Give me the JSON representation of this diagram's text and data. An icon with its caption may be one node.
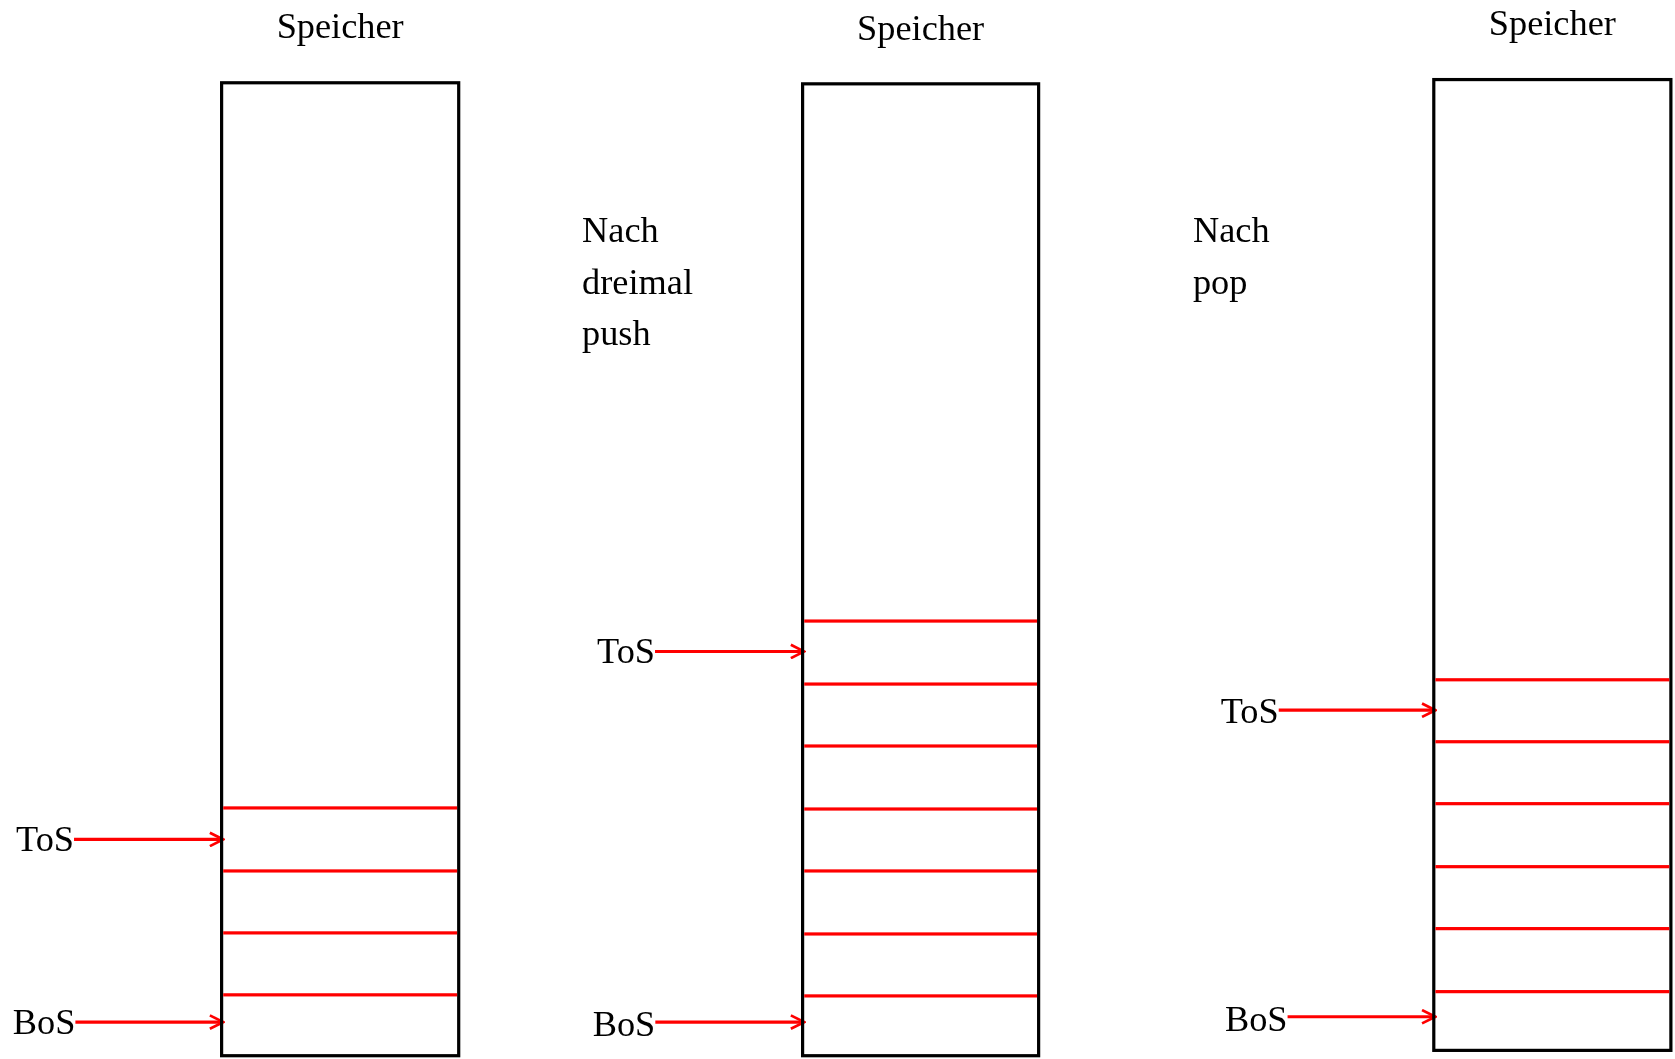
{
  "diagram": {
    "nodes": [
      {
        "text": [
          "Speicher"
        ]
      },
      {
        "text": [],
        "shape": "box",
        "in": 0
      },
      {
        "text": [],
        "shape": "box",
        "in": 0
      },
      {
        "text": [],
        "shape": "box",
        "in": 0
      },
      {
        "text": [],
        "shape": "box",
        "in": 0
      },
      {
        "text": [
          "ToS"
        ]
      },
      {
        "text": [
          "BoS"
        ]
      },
      {
        "text": [
          "Speicher"
        ]
      },
      {
        "text": [],
        "shape": "box",
        "in": 7
      },
      {
        "text": [],
        "shape": "box",
        "in": 7
      },
      {
        "text": [],
        "shape": "box",
        "in": 7
      },
      {
        "text": [],
        "shape": "box",
        "in": 7
      },
      {
        "text": [],
        "shape": "box",
        "in": 7
      },
      {
        "text": [],
        "shape": "box",
        "in": 7
      },
      {
        "text": [],
        "shape": "box",
        "in": 7
      },
      {
        "text": [
          "ToS"
        ]
      },
      {
        "text": [
          "BoS"
        ]
      },
      {
        "text": [
          "Speicher"
        ]
      },
      {
        "text": [],
        "shape": "box",
        "in": 17
      },
      {
        "text": [],
        "shape": "box",
        "in": 17
      },
      {
        "text": [],
        "shape": "box",
        "in": 17
      },
      {
        "text": [],
        "shape": "box",
        "in": 17
      },
      {
        "text": [],
        "shape": "box",
        "in": 17
      },
      {
        "text": [],
        "shape": "box",
        "in": 17
      },
      {
        "text": [
          "ToS"
        ]
      },
      {
        "text": [
          "BoS"
        ]
      }
    ],
    "edges": [
      {
        "from": 5,
        "to": 1,
        "arrow": "to"
      },
      {
        "from": 6,
        "to": 4,
        "arrow": "to"
      },
      {
        "from": 15,
        "to": 8,
        "arrow": "to"
      },
      {
        "from": 16,
        "to": 14,
        "arrow": "to"
      },
      {
        "from": 24,
        "to": 18,
        "arrow": "to"
      },
      {
        "from": 25,
        "to": 23,
        "arrow": "to"
      }
    ],
    "labels": [
      "Nach dreimal push",
      "Nach pop"
    ]
  }
}
